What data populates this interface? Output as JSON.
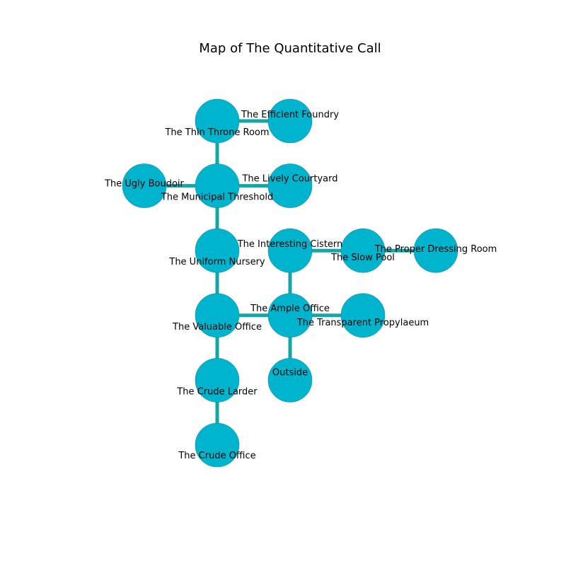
{
  "title": "Map of The Quantitative Call",
  "colors": {
    "node_fill": "#00b4cd",
    "node_stroke": "#1a8ea6",
    "edge": "#13a6a6",
    "background": "#ffffff"
  },
  "rooms": [
    {
      "id": "efficient-foundry",
      "label": "The Efficient Foundry",
      "col": 1,
      "row": 0
    },
    {
      "id": "thin-throne-room",
      "label": "The Thin Throne Room",
      "col": 0,
      "row": 0
    },
    {
      "id": "ugly-boudoir",
      "label": "The Ugly Boudoir",
      "col": -1,
      "row": 1
    },
    {
      "id": "lively-courtyard",
      "label": "The Lively Courtyard",
      "col": 1,
      "row": 1
    },
    {
      "id": "municipal-threshold",
      "label": "The Municipal Threshold",
      "col": 0,
      "row": 1
    },
    {
      "id": "interesting-cistern",
      "label": "The Interesting Cistern",
      "col": 1,
      "row": 2
    },
    {
      "id": "slow-pool",
      "label": "The Slow Pool",
      "col": 2,
      "row": 2
    },
    {
      "id": "proper-dressing-room",
      "label": "The Proper Dressing Room",
      "col": 3,
      "row": 2
    },
    {
      "id": "uniform-nursery",
      "label": "The Uniform Nursery",
      "col": 0,
      "row": 2
    },
    {
      "id": "ample-office",
      "label": "The Ample Office",
      "col": 1,
      "row": 3
    },
    {
      "id": "transparent-propylaeum",
      "label": "The Transparent Propylaeum",
      "col": 2,
      "row": 3
    },
    {
      "id": "valuable-office",
      "label": "The Valuable Office",
      "col": 0,
      "row": 3
    },
    {
      "id": "outside",
      "label": "Outside",
      "col": 1,
      "row": 4
    },
    {
      "id": "crude-larder",
      "label": "The Crude Larder",
      "col": 0,
      "row": 4
    },
    {
      "id": "crude-office",
      "label": "The Crude Office",
      "col": 0,
      "row": 5
    }
  ],
  "connections": [
    [
      "thin-throne-room",
      "efficient-foundry"
    ],
    [
      "thin-throne-room",
      "municipal-threshold"
    ],
    [
      "ugly-boudoir",
      "municipal-threshold"
    ],
    [
      "municipal-threshold",
      "lively-courtyard"
    ],
    [
      "municipal-threshold",
      "uniform-nursery"
    ],
    [
      "uniform-nursery",
      "valuable-office"
    ],
    [
      "interesting-cistern",
      "slow-pool"
    ],
    [
      "slow-pool",
      "proper-dressing-room"
    ],
    [
      "interesting-cistern",
      "ample-office"
    ],
    [
      "valuable-office",
      "ample-office"
    ],
    [
      "ample-office",
      "transparent-propylaeum"
    ],
    [
      "ample-office",
      "outside"
    ],
    [
      "valuable-office",
      "crude-larder"
    ],
    [
      "crude-larder",
      "crude-office"
    ]
  ]
}
